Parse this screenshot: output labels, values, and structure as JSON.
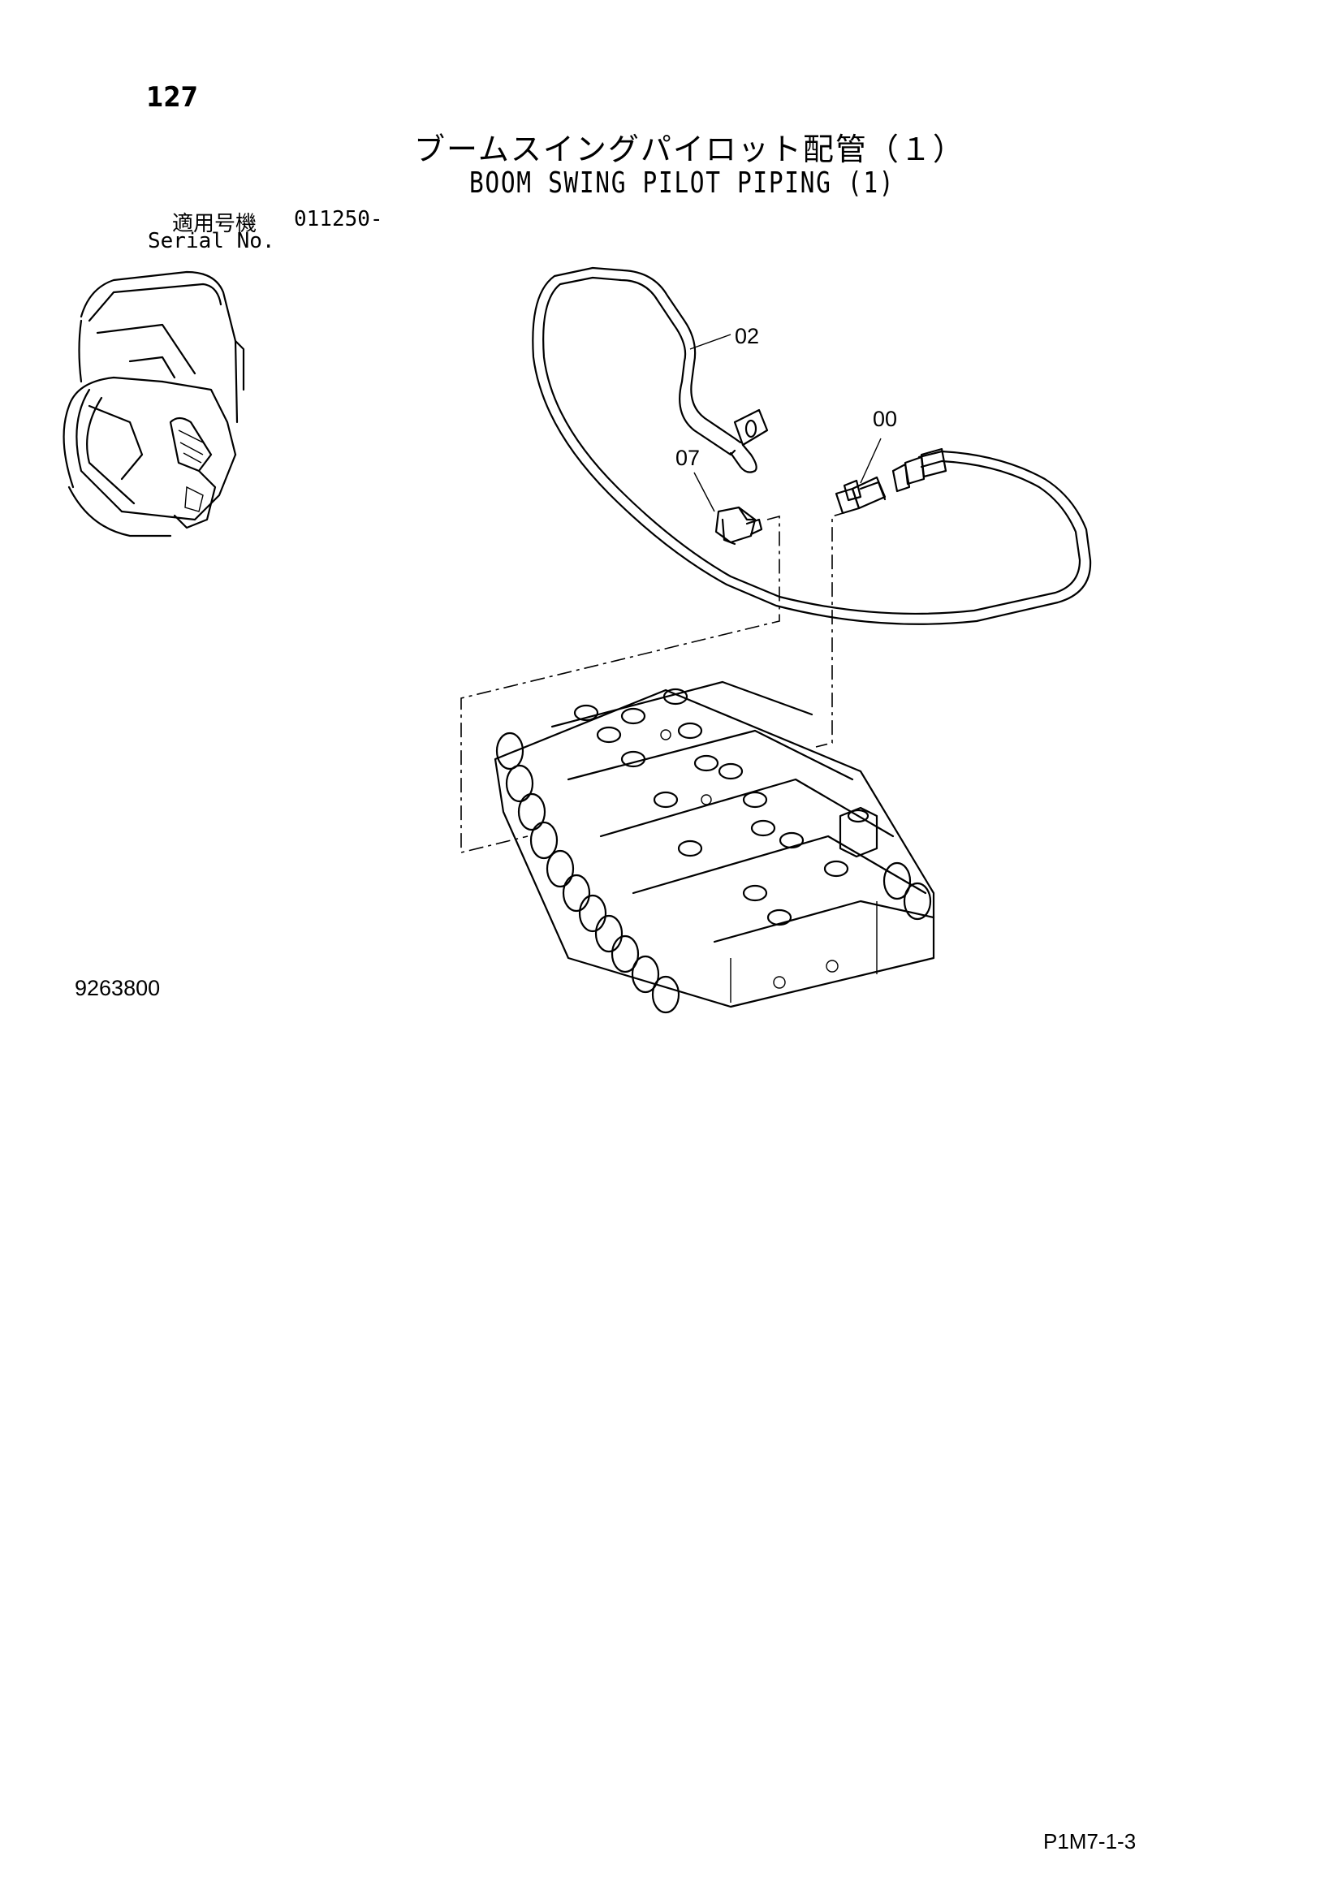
{
  "page_number": "127",
  "title_jp": "ブームスイングパイロット配管（１）",
  "title_en": "BOOM SWING PILOT PIPING (1)",
  "serial": {
    "label_jp": "適用号機",
    "value": "011250-",
    "label_en": "Serial No."
  },
  "callouts": {
    "hose": "02",
    "adapter": "00",
    "elbow": "07"
  },
  "drawing_number": "9263800",
  "page_code": "P1M7-1-3"
}
